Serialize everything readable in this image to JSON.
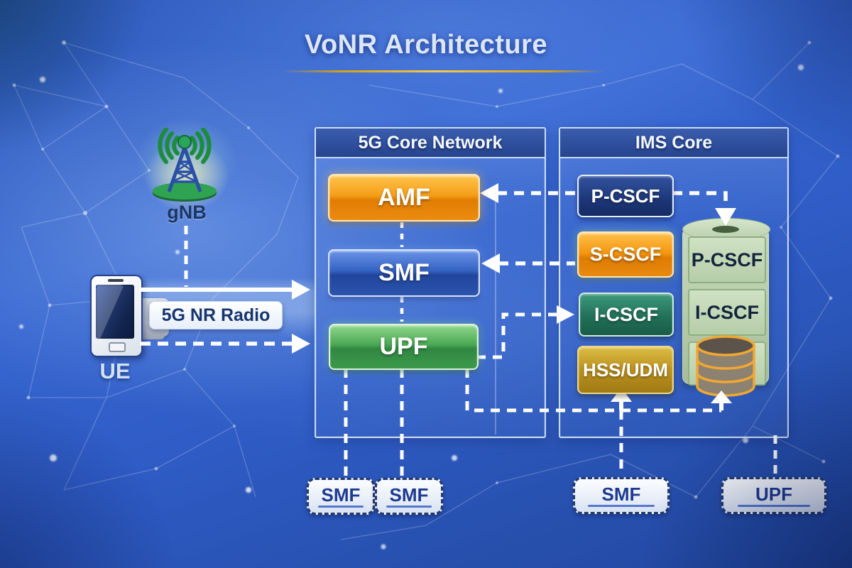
{
  "title": "VoNR Architecture",
  "radio_access": {
    "gnb": "gNB",
    "ue": "UE",
    "radio_link": "5G NR Radio"
  },
  "core_panel": {
    "title": "5G Core Network",
    "amf": "AMF",
    "smf": "SMF",
    "upf": "UPF"
  },
  "ims_panel": {
    "title": "IMS Core",
    "pcscf": "P-CSCF",
    "scscf": "S-CSCF",
    "icscf": "I-CSCF",
    "hss_udm": "HSS/UDM"
  },
  "server_stack": {
    "top": "P-CSCF",
    "middle": "I-CSCF",
    "bottom_icon": "database-icon"
  },
  "bottom_tags": {
    "tag1": "SMF",
    "tag2": "SMF",
    "tag3": "SMF",
    "tag4": "UPF"
  },
  "colors": {
    "background_blue": "#3060c8",
    "title_text": "#dbe6f8",
    "title_underline_gold": "#f6c84e",
    "panel_header_navy": "#26448f",
    "amf_scscf_orange": "#f59d18",
    "smf_blue": "#2a56b8",
    "upf_green": "#3f9e4b",
    "pcscf_navy": "#1c3678",
    "icscf_teal": "#227058",
    "hss_gold": "#bb911f",
    "stack_pale_green": "#c3d7b8",
    "db_ring_amber": "#f0a832",
    "connector_white": "#ffffff",
    "tag_text_blue": "#1e3a8f"
  }
}
